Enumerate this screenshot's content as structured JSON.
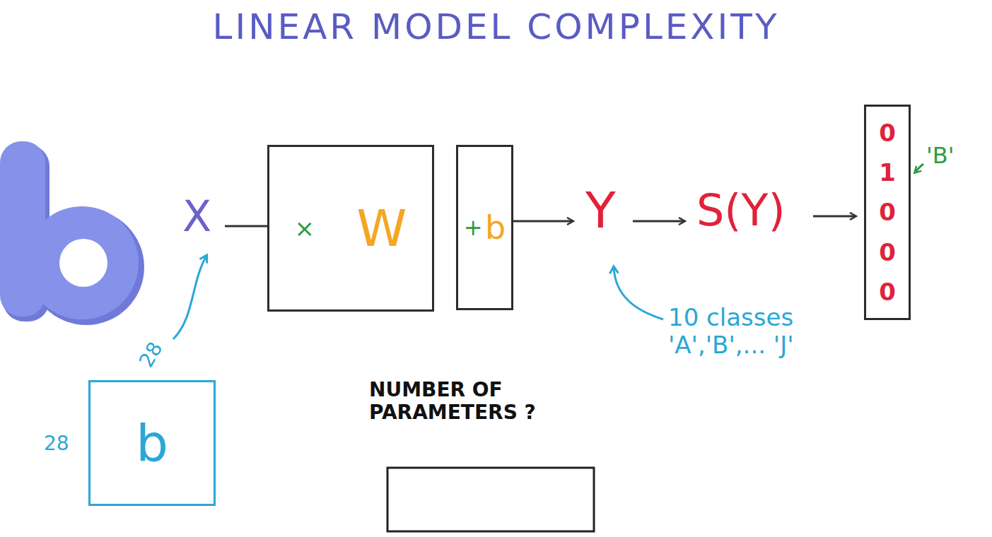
{
  "diagram": {
    "title": "LINEAR MODEL COMPLEXITY",
    "nodes": [
      {
        "text": [
          "×",
          "W"
        ]
      },
      {
        "text": [
          "+",
          "b"
        ]
      },
      {
        "text": [
          "0 1 0 0 0"
        ]
      },
      {
        "text": [
          "b"
        ]
      }
    ],
    "labels": [
      "X",
      "Y",
      "S(Y)",
      "'B'",
      "28",
      "28",
      "10 classes 'A','B',... 'J'",
      "NUMBER OF PARAMETERS ?"
    ]
  }
}
